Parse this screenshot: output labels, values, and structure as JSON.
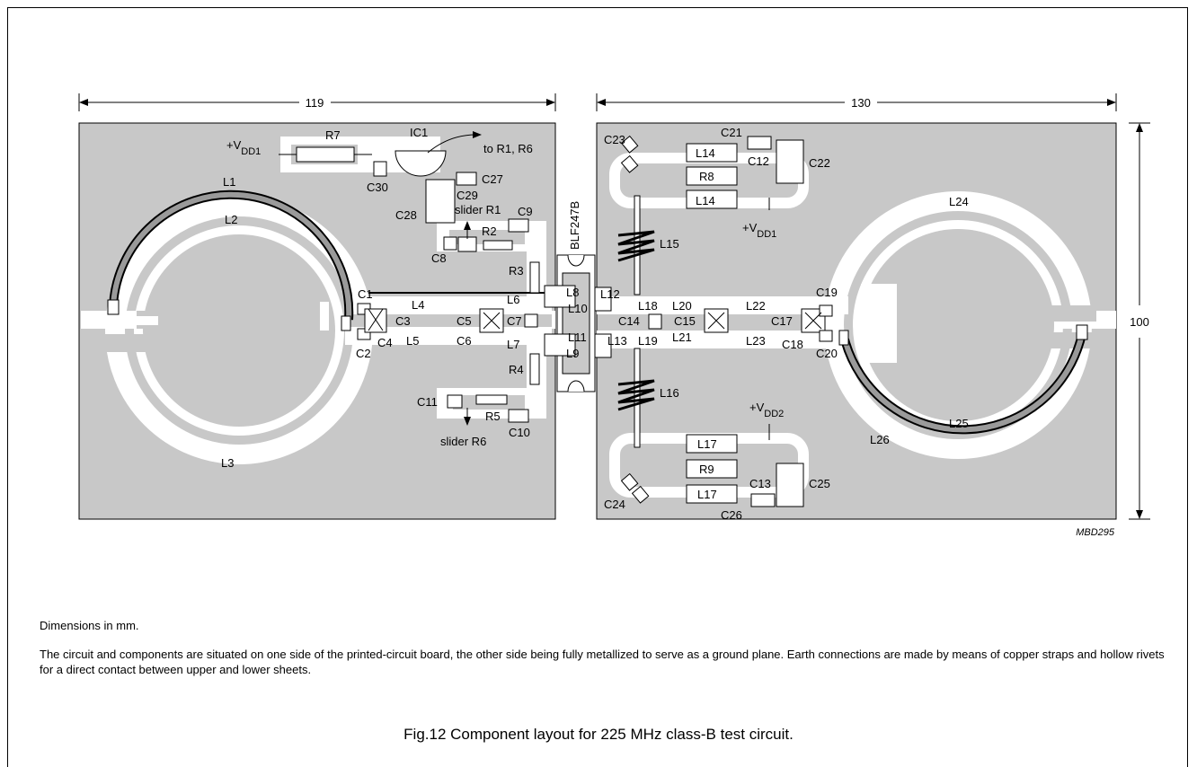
{
  "figure": {
    "caption": "Fig.12  Component layout for 225 MHz class-B test circuit.",
    "note_dimensions": "Dimensions in mm.",
    "note_text": "The circuit and components are situated on one side of the printed-circuit board, the other side being fully metallized to serve as a ground plane. Earth connections are made by means of copper straps and hollow rivets for a direct contact between upper and lower sheets.",
    "drawing_code": "MBD295",
    "colors": {
      "board": "#c8c8c8",
      "trace": "#ffffff",
      "ink": "#000000"
    }
  },
  "dimensions": {
    "left_width": "119",
    "right_width": "130",
    "height": "100"
  },
  "device": "BLF247B",
  "labels": {
    "vdd1_left": "+V",
    "vdd1_left_sub": "DD1",
    "vdd1_right": "+V",
    "vdd1_right_sub": "DD1",
    "vdd2": "+V",
    "vdd2_sub": "DD2",
    "to_r1_r6": "to R1, R6",
    "slider_r1": "slider R1",
    "slider_r6": "slider R6",
    "R7": "R7",
    "IC1": "IC1",
    "C30": "C30",
    "C27": "C27",
    "C29": "C29",
    "C28": "C28",
    "C9": "C9",
    "C8": "C8",
    "R2": "R2",
    "R3": "R3",
    "R4": "R4",
    "R5": "R5",
    "C10": "C10",
    "C11": "C11",
    "L1": "L1",
    "L2": "L2",
    "L3": "L3",
    "L4": "L4",
    "L5": "L5",
    "L6": "L6",
    "L7": "L7",
    "L8": "L8",
    "L9": "L9",
    "L10": "L10",
    "L11": "L11",
    "C1": "C1",
    "C2": "C2",
    "C3": "C3",
    "C4": "C4",
    "C5": "C5",
    "C6": "C6",
    "C7": "C7",
    "C23": "C23",
    "C21": "C21",
    "C12": "C12",
    "C22": "C22",
    "L14a": "L14",
    "L14b": "L14",
    "R8": "R8",
    "L15": "L15",
    "L12": "L12",
    "L13": "L13",
    "L18": "L18",
    "L19": "L19",
    "C14": "C14",
    "C15": "C15",
    "L20": "L20",
    "L21": "L21",
    "L22": "L22",
    "L23": "L23",
    "C17": "C17",
    "C18": "C18",
    "C19": "C19",
    "C20": "C20",
    "L24": "L24",
    "L25": "L25",
    "L26": "L26",
    "L16": "L16",
    "L17a": "L17",
    "L17b": "L17",
    "R9": "R9",
    "C13": "C13",
    "C24": "C24",
    "C25": "C25",
    "C26": "C26"
  }
}
